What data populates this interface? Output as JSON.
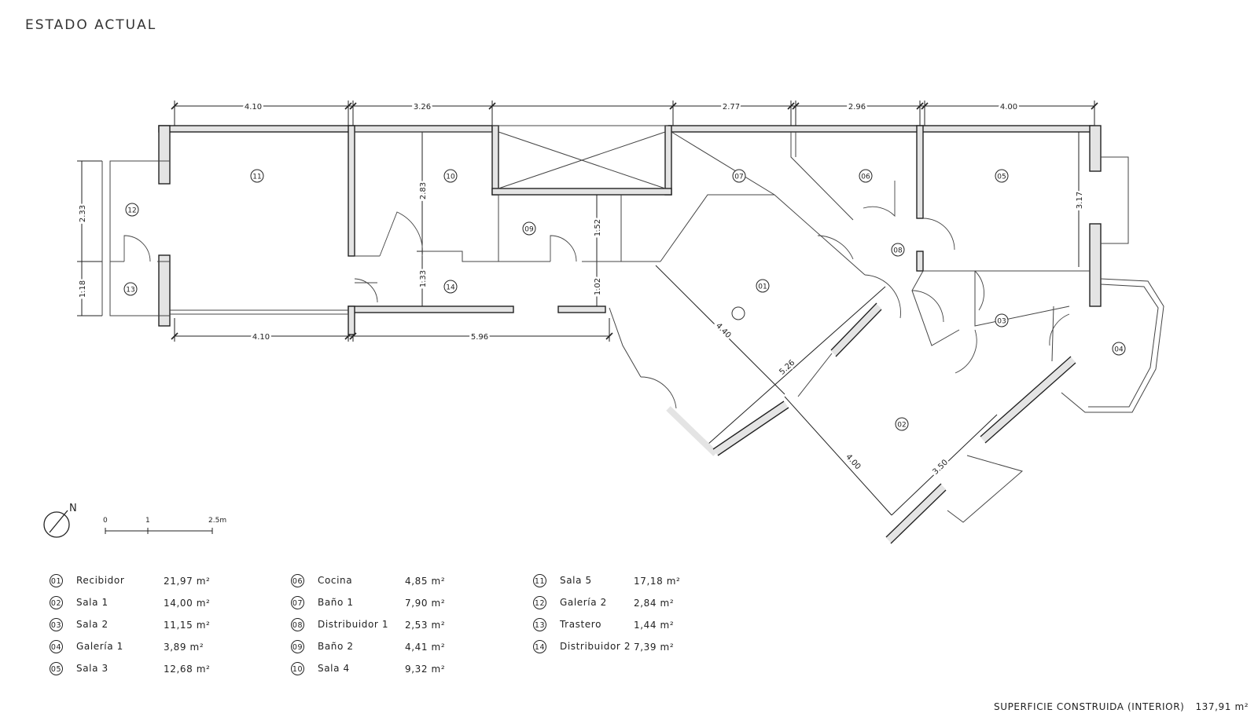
{
  "title": "ESTADO ACTUAL",
  "north_label": "N",
  "scale": {
    "labels": [
      "0",
      "1",
      "2.5m"
    ]
  },
  "dimensions": [
    "4.10",
    "3.26",
    "2.77",
    "2.96",
    "4.00",
    "4.10",
    "5.96",
    "2.33",
    "1.18",
    "2.83",
    "1.33",
    "1.52",
    "1.02",
    "3.17",
    "4.40",
    "5.26",
    "4.00",
    "3.50"
  ],
  "room_tags": [
    "01",
    "02",
    "03",
    "04",
    "05",
    "06",
    "07",
    "08",
    "09",
    "10",
    "11",
    "12",
    "13",
    "14"
  ],
  "rooms": [
    {
      "num": "01",
      "name": "Recibidor",
      "area": "21,97 m²"
    },
    {
      "num": "02",
      "name": "Sala 1",
      "area": "14,00 m²"
    },
    {
      "num": "03",
      "name": "Sala 2",
      "area": "11,15 m²"
    },
    {
      "num": "04",
      "name": "Galería 1",
      "area": "3,89 m²"
    },
    {
      "num": "05",
      "name": "Sala 3",
      "area": "12,68 m²"
    },
    {
      "num": "06",
      "name": "Cocina",
      "area": "4,85 m²"
    },
    {
      "num": "07",
      "name": "Baño 1",
      "area": "7,90 m²"
    },
    {
      "num": "08",
      "name": "Distribuidor 1",
      "area": "2,53 m²"
    },
    {
      "num": "09",
      "name": "Baño 2",
      "area": "4,41 m²"
    },
    {
      "num": "10",
      "name": "Sala 4",
      "area": "9,32 m²"
    },
    {
      "num": "11",
      "name": "Sala 5",
      "area": "17,18 m²"
    },
    {
      "num": "12",
      "name": "Galería 2",
      "area": "2,84 m²"
    },
    {
      "num": "13",
      "name": "Trastero",
      "area": "1,44 m²"
    },
    {
      "num": "14",
      "name": "Distribuidor 2",
      "area": "7,39 m²"
    }
  ],
  "surface": {
    "label": "SUPERFICIE CONSTRUIDA (INTERIOR)",
    "value": "137,91 m²"
  }
}
